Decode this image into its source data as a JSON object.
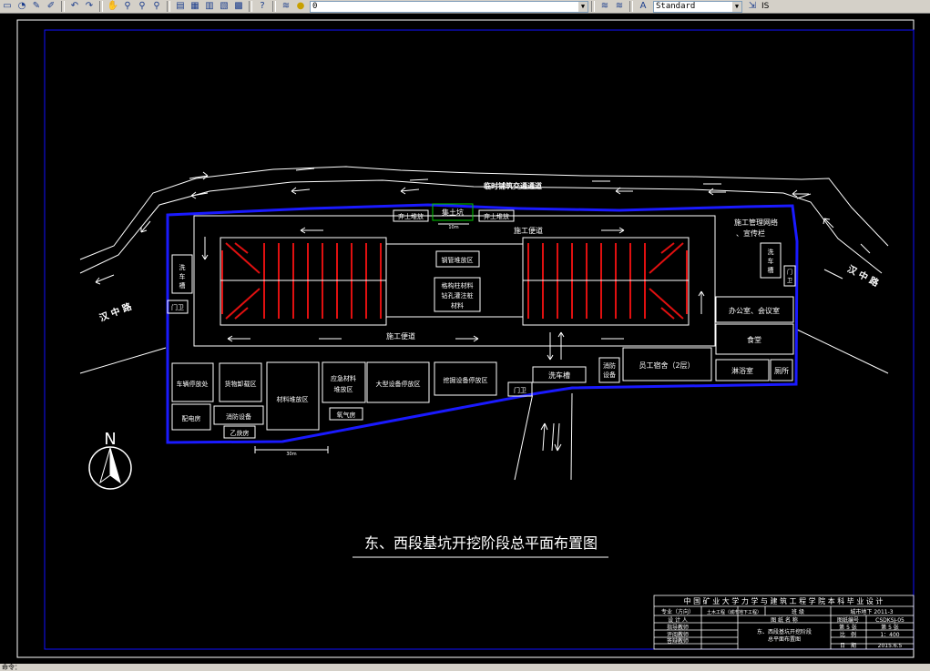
{
  "toolbar": {
    "layer_value": "0",
    "text_style_value": "Standard",
    "truncated_label": "IS"
  },
  "drawing": {
    "title": "东、西段基坑开挖阶段总平面布置图",
    "north": "N",
    "top_road": "临时铺筑交通通道",
    "left_road": "汉 中 路",
    "right_road": "汉 中 路",
    "site_road_top": "施工便道",
    "site_road_bottom": "施工便道",
    "scale_small": "10m",
    "scale_bottom": "30m",
    "labels": {
      "spoil_left": "弃土堆放",
      "dump_pit": "集土坑",
      "spoil_right": "弃土堆放",
      "mgmt_net": "施工管理网络",
      "mgmt_net2": "、宣传栏",
      "wash_left": "洗车槽",
      "gate_left": "门卫",
      "wash_right": "洗车槽",
      "gate_right": "门卫",
      "steel_pipe": "钢管堆放区",
      "rebar": "格构柱材料",
      "rebar2": "钻孔灌注桩",
      "rebar3": "材料",
      "office": "办公室、会议室",
      "canteen": "食堂",
      "dorm": "员工宿舍（2层）",
      "bath": "淋浴室",
      "toilet": "厕所",
      "fire_right": "消防",
      "fire_right2": "设备",
      "wash_bottom": "洗车槽",
      "gate_bottom": "门卫",
      "vehicle": "车辆停放处",
      "goods": "货物卸载区",
      "material": "材料堆放区",
      "emergency": "应急材料",
      "emergency2": "堆放区",
      "large_equip": "大型设备停放区",
      "dig_equip": "挖掘设备停放区",
      "power": "配电房",
      "fire_left": "消防设备",
      "acetylene": "乙炔房",
      "oxygen": "氧气房"
    }
  },
  "title_block": {
    "header": "中 国 矿 业 大 学 力 学 与 建 筑 工 程 学 院 本 科 毕 业 设 计",
    "major_label": "专业（方向）",
    "major_value": "土木工程（城市地下工程）",
    "class_label": "班 级",
    "class_value": "城市地下 2011-3",
    "designer": "设 计 人",
    "advisor": "指导教师",
    "reviewer": "评阅教师",
    "defense": "答辩教师",
    "drawing_name_label": "图 纸 名 称",
    "drawing_name": "东、西段基坑开挖阶段",
    "drawing_name2": "总平面布置图",
    "no_label": "图纸编号",
    "no_value": "CSDKSJ-05",
    "sheet_label": "第 5 张",
    "sheet_total": "第 5 张",
    "scale_label": "比　例",
    "scale_value": "1：400",
    "date_label": "日　期",
    "date_value": "2015.6.5"
  },
  "status": {
    "command": "命令："
  }
}
